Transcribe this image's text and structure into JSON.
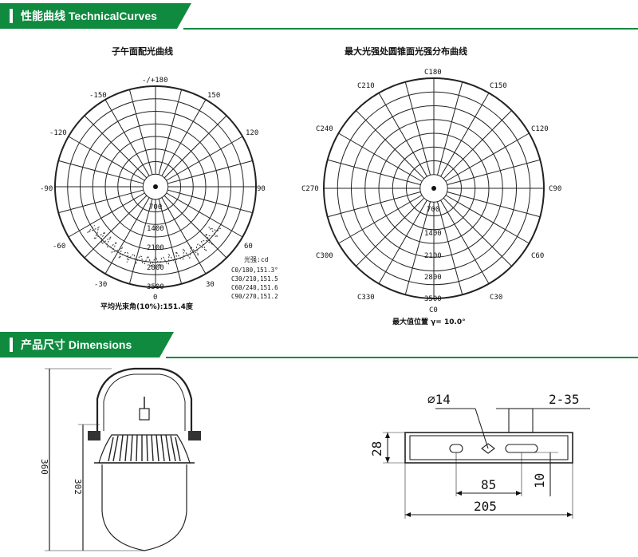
{
  "sections": {
    "curves": {
      "title": "性能曲线 TechnicalCurves"
    },
    "dims": {
      "title": "产品尺寸 Dimensions"
    }
  },
  "colors": {
    "accent": "#0f8a3f"
  },
  "left_chart": {
    "title": "子午面配光曲线",
    "angles": {
      "top": "-/+180",
      "tl150": "-150",
      "tr150": "150",
      "l120": "-120",
      "r120": "120",
      "l90": "-90",
      "r90": "90",
      "l60": "-60",
      "r60": "60",
      "l30": "-30",
      "r30": "30",
      "bottom": "0"
    },
    "rings": [
      "700",
      "1400",
      "2100",
      "2800",
      "3500"
    ],
    "legend": {
      "header": "光强:cd",
      "rows": [
        "C0/180,151.3°",
        "C30/210,151.5",
        "C60/240,151.6",
        "C90/270,151.2"
      ]
    },
    "footer": "平均光束角(10%):151.4度"
  },
  "right_chart": {
    "title": "最大光强处圆锥面光强分布曲线",
    "angles": {
      "top": "C180",
      "c210": "C210",
      "c150": "C150",
      "c240": "C240",
      "c120": "C120",
      "c270": "C270",
      "c90": "C90",
      "c300": "C300",
      "c60": "C60",
      "c330": "C330",
      "c30": "C30",
      "bottom": "C0"
    },
    "rings": [
      "700",
      "1400",
      "2100",
      "2800",
      "3500"
    ],
    "footer": "最大值位置 γ= 10.0°"
  },
  "dims": {
    "height_total": "360",
    "height_body": "302",
    "hole": "⌀14",
    "slot": "2-35",
    "bracket_h": "28",
    "hole_spacing": "85",
    "slot_w": "10",
    "width": "205"
  }
}
